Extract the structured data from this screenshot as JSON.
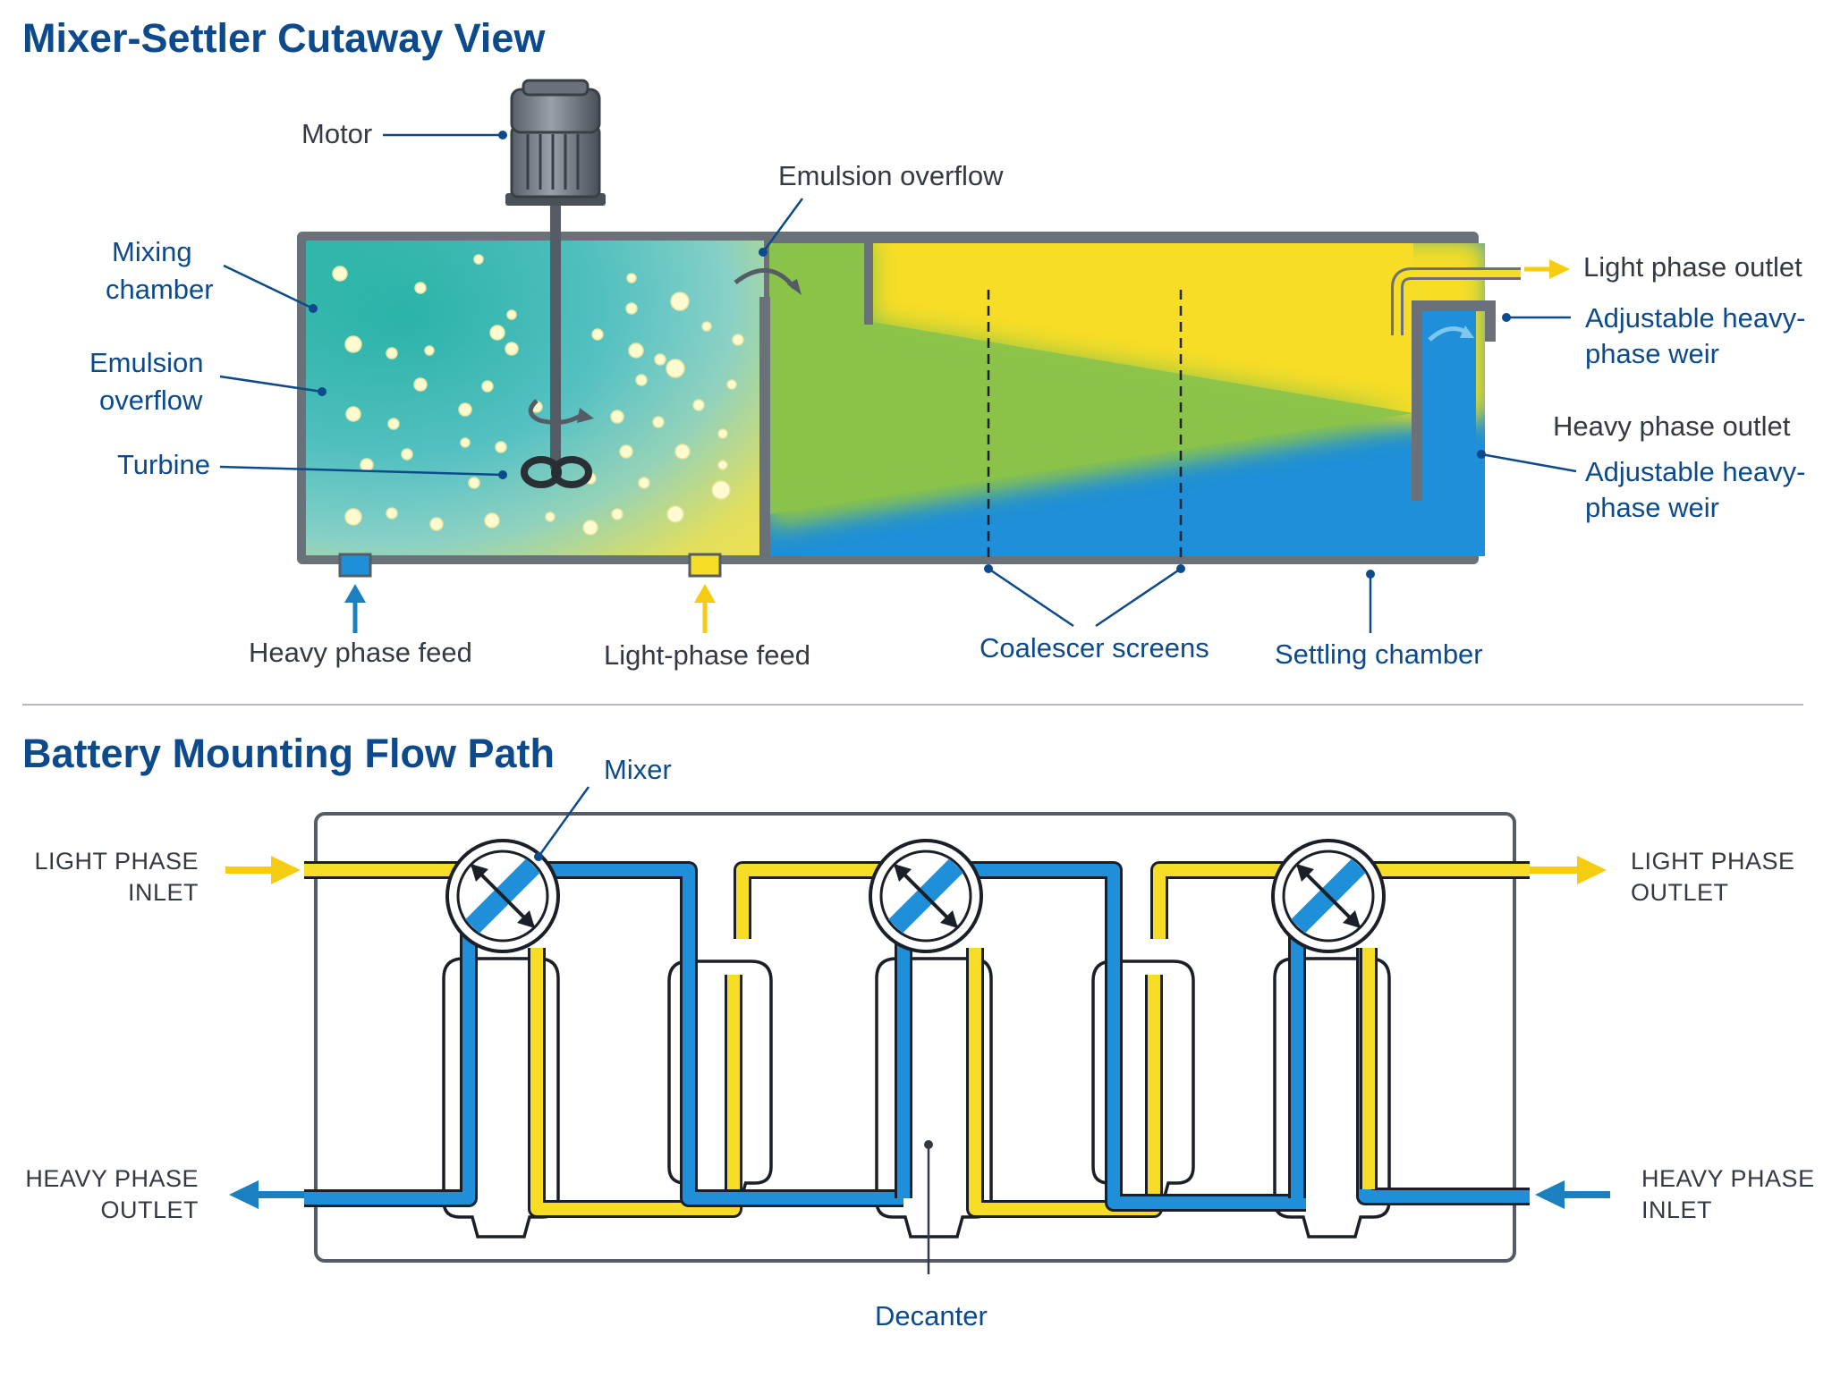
{
  "colors": {
    "title": "#0d4a8c",
    "light_phase": "#f7dd26",
    "heavy_phase": "#1e8fd8",
    "emulsion": "#8bc34a",
    "tank_wall": "#555c66",
    "label_dark": "#333a44"
  },
  "cutaway": {
    "title": "Mixer-Settler Cutaway View",
    "labels": {
      "motor": "Motor",
      "emulsion_overflow_top": "Emulsion overflow",
      "mixing_chamber_1": "Mixing",
      "mixing_chamber_2": "chamber",
      "emulsion_overflow_left_1": "Emulsion",
      "emulsion_overflow_left_2": "overflow",
      "turbine": "Turbine",
      "heavy_phase_feed": "Heavy phase feed",
      "light_phase_feed": "Light-phase feed",
      "coalescer_screens": "Coalescer screens",
      "settling_chamber": "Settling chamber",
      "light_phase_outlet": "Light phase outlet",
      "adj_weir_1a": "Adjustable heavy-",
      "adj_weir_1b": "phase weir",
      "heavy_phase_outlet": "Heavy phase outlet",
      "adj_weir_2a": "Adjustable heavy-",
      "adj_weir_2b": "phase weir"
    },
    "icons": [
      "motor-icon",
      "turbine-icon",
      "rotation-arrow-icon",
      "overflow-arrow-icon",
      "weir-flow-arrow-icon"
    ]
  },
  "battery": {
    "title": "Battery Mounting Flow Path",
    "labels": {
      "mixer": "Mixer",
      "decanter": "Decanter",
      "light_inlet_1": "LIGHT PHASE",
      "light_inlet_2": "INLET",
      "light_outlet_1": "LIGHT PHASE",
      "light_outlet_2": "OUTLET",
      "heavy_outlet_1": "HEAVY PHASE",
      "heavy_outlet_2": "OUTLET",
      "heavy_inlet_1": "HEAVY PHASE",
      "heavy_inlet_2": "INLET"
    },
    "stage_count": 3,
    "icons": [
      "mixer-icon",
      "inlet-arrow-icon",
      "outlet-arrow-icon"
    ]
  }
}
